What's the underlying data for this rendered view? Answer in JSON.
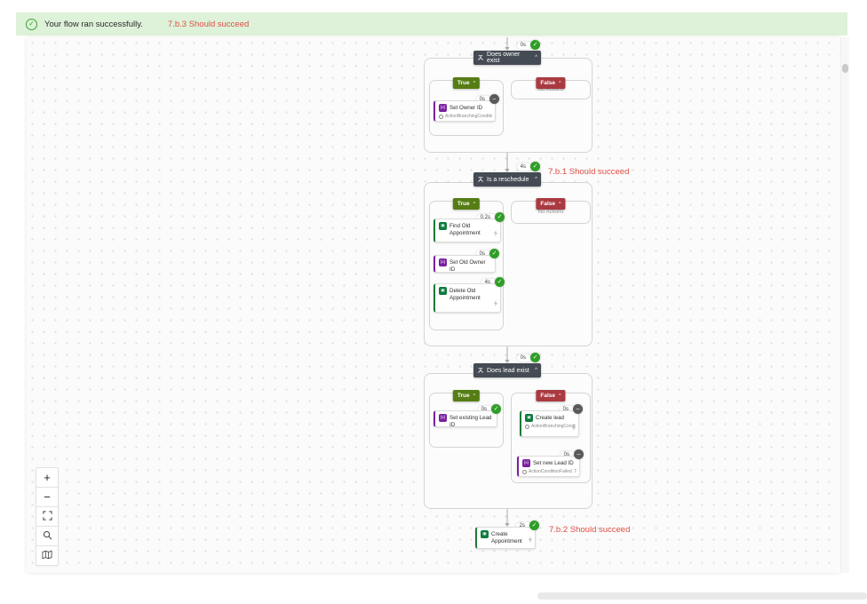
{
  "banner": {
    "message": "Your flow ran successfully.",
    "annotation": "7.b.3 Should succeed"
  },
  "colors": {
    "banner_bg": "#ddf2d8",
    "success_green": "#2f9e27",
    "skipped_gray": "#5c5a58",
    "true_pill": "#567d15",
    "false_pill": "#a93a40",
    "condition_header": "#454b54",
    "annotation_red": "#e04f46",
    "set_variable_purple": "#7a1fa2",
    "dataverse_green": "#0e7a3d"
  },
  "toolbar": {
    "buttons": [
      {
        "id": "zoom-in",
        "icon": "plus-icon",
        "glyph": "+"
      },
      {
        "id": "zoom-out",
        "icon": "minus-icon",
        "glyph": "−"
      },
      {
        "id": "fit-view",
        "icon": "fit-view-icon",
        "glyph": ""
      },
      {
        "id": "search",
        "icon": "search-icon",
        "glyph": ""
      },
      {
        "id": "minimap",
        "icon": "map-icon",
        "glyph": ""
      }
    ]
  },
  "flow": {
    "groups": [
      {
        "id": "g1",
        "condition": {
          "label": "Does owner exist",
          "duration": "0s",
          "status": "success"
        },
        "annotation": "",
        "true_branch": {
          "label": "True",
          "cards": [
            {
              "id": "set-owner-id",
              "title": "Set Owner ID",
              "icon": "set-variable",
              "accent": "purple",
              "duration": "0s",
              "status": "skipped",
              "subtitle": "ActionBranchingCondition...",
              "footer_icon": ""
            }
          ]
        },
        "false_branch": {
          "label": "False",
          "empty_text": "No Actions",
          "cards": []
        }
      },
      {
        "id": "g2",
        "condition": {
          "label": "Is a reschedule",
          "duration": "4s",
          "status": "success"
        },
        "annotation": "7.b.1 Should succeed",
        "true_branch": {
          "label": "True",
          "cards": [
            {
              "id": "find-old-appointment",
              "title": "Find Old Appointment",
              "icon": "dataverse",
              "accent": "green",
              "duration": "0.2s",
              "status": "success",
              "subtitle": "",
              "footer_icon": "lightning-icon"
            },
            {
              "id": "set-old-owner-id",
              "title": "Set Old Owner ID",
              "icon": "set-variable",
              "accent": "purple",
              "duration": "0s",
              "status": "success",
              "subtitle": "",
              "footer_icon": ""
            },
            {
              "id": "delete-old-appointment",
              "title": "Delete Old Appointment",
              "icon": "dataverse",
              "accent": "green",
              "duration": "4s",
              "status": "success",
              "subtitle": "",
              "footer_icon": "lightning-icon"
            }
          ]
        },
        "false_branch": {
          "label": "False",
          "empty_text": "No Actions",
          "cards": []
        }
      },
      {
        "id": "g3",
        "condition": {
          "label": "Does lead exist",
          "duration": "0s",
          "status": "success"
        },
        "annotation": "",
        "true_branch": {
          "label": "True",
          "cards": [
            {
              "id": "set-existing-lead-id",
              "title": "Set existing Lead ID",
              "icon": "set-variable",
              "accent": "purple",
              "duration": "0s",
              "status": "success",
              "subtitle": "",
              "footer_icon": ""
            }
          ]
        },
        "false_branch": {
          "label": "False",
          "empty_text": "",
          "cards": [
            {
              "id": "create-lead",
              "title": "Create lead",
              "icon": "dataverse",
              "accent": "green",
              "duration": "0s",
              "status": "skipped",
              "subtitle": "ActionBranchingCondition...",
              "footer_icon": "lightning-icon"
            },
            {
              "id": "set-new-lead-id",
              "title": "Set new Lead ID",
              "icon": "set-variable",
              "accent": "purple",
              "duration": "0s",
              "status": "skipped",
              "subtitle": "ActionConditionFailed. The...",
              "footer_icon": ""
            }
          ]
        }
      }
    ],
    "final_card": {
      "id": "create-appointment",
      "title": "Create Appointment",
      "icon": "dataverse",
      "accent": "green",
      "duration": "2s",
      "status": "success",
      "subtitle": "",
      "footer_icon": "lightning-icon",
      "annotation": "7.b.2 Should succeed"
    }
  }
}
